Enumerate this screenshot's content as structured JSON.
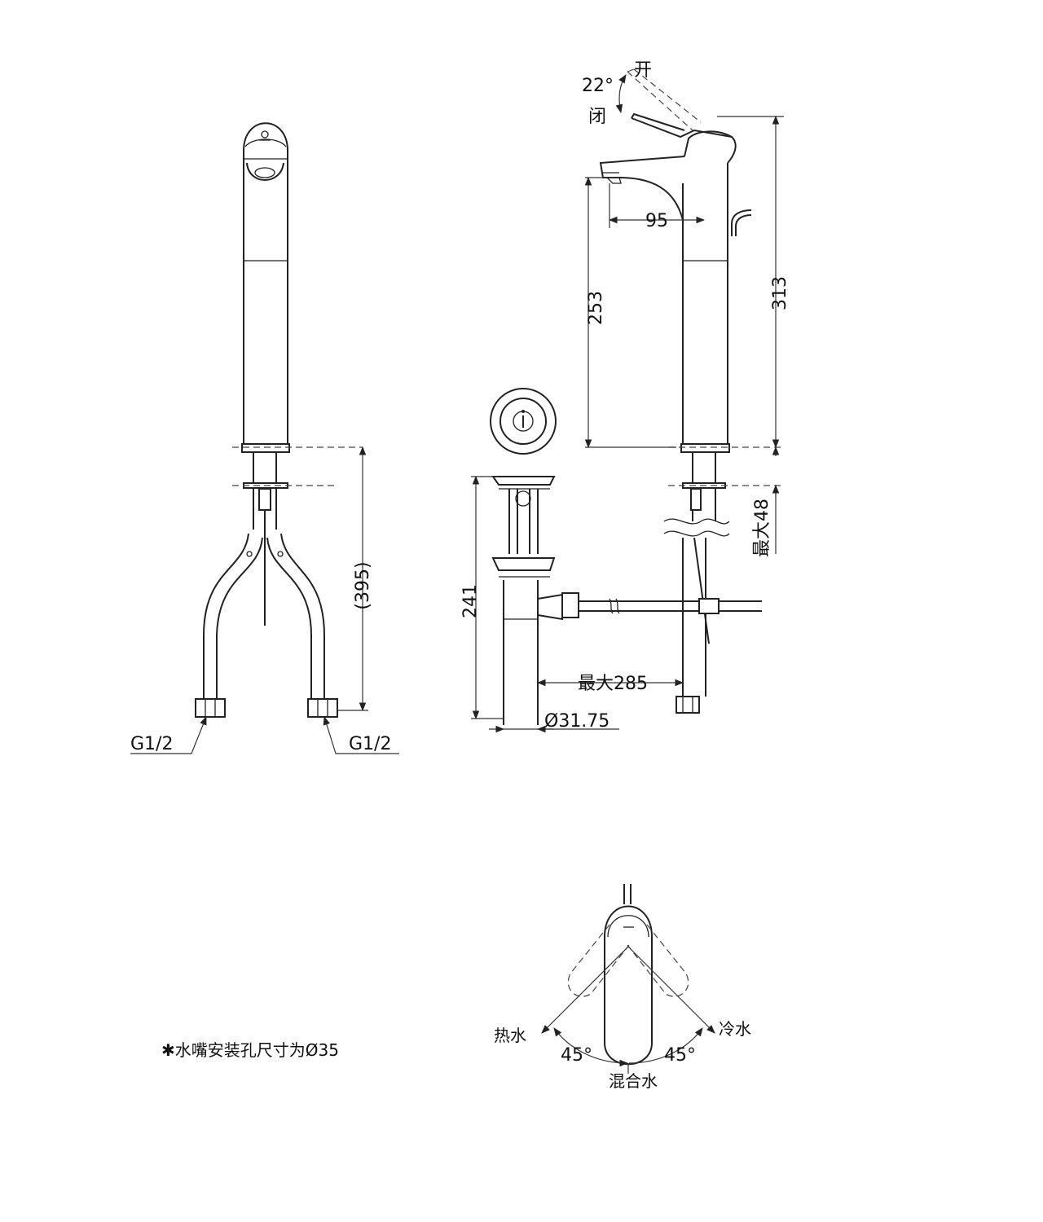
{
  "front_view": {
    "dim_total": "(395)",
    "thread_left": "G1/2",
    "thread_right": "G1/2"
  },
  "side_view": {
    "angle": "22°",
    "open_label": "开",
    "closed_label": "闭",
    "reach": "95",
    "spout_height": "253",
    "total_height": "313",
    "max_thickness": "最大48"
  },
  "drain_view": {
    "length": "241",
    "max_distance": "最大285",
    "diameter": "Ø31.75"
  },
  "note": "✱水嘴安装孔尺寸为Ø35",
  "top_view": {
    "hot": "热水",
    "cold": "冷水",
    "mixed": "混合水",
    "angle_left": "45°",
    "angle_right": "45°"
  }
}
